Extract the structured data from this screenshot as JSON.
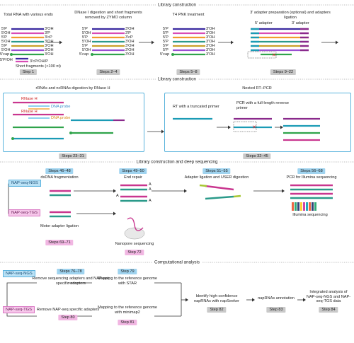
{
  "section_headers": [
    "Library construction",
    "Library construction",
    "Library construction and deep sequencing",
    "Computational analysis"
  ],
  "row1": {
    "col1_title": "Total RNA with various ends",
    "col2_title": "DNase I digestion and short fragments removed by ZYMO column",
    "col3_title": "T4 PNK treatment",
    "col4_title": "3′ adapter preparation (optional) and adapters ligation",
    "adapter5": "5′ adapter",
    "adapter3": "3′ adapter",
    "end_labels_left": [
      "5′P",
      "5′OH",
      "5′P",
      "5′OH",
      "5′P",
      "5′OH",
      "5′cap",
      "5′P/OH"
    ],
    "end_labels_right": [
      "3′OH",
      "3′P",
      "3′cP",
      "3′OH",
      "3′OH",
      "3′OH",
      "3′OH"
    ],
    "short_fragments": "Short fragments (<100 nt)",
    "short_right": "3′cP/OH/P",
    "pnk_right": [
      "3′OH",
      "3′OH",
      "3′OH",
      "3′OH",
      "3′OH",
      "3′OH",
      "3′OH"
    ],
    "pnk_left": [
      "5′P",
      "5′P",
      "5′P",
      "5′P",
      "5′P",
      "5′P",
      "5′cap"
    ],
    "steps": [
      "Step 1",
      "Steps 2–4",
      "Steps 5–8",
      "Steps 9–22"
    ]
  },
  "row2": {
    "left_title": "rRNAs and ncRNAs digestion by RNase H",
    "rnase": "RNase H",
    "dna_probe": "DNA probe",
    "right_title": "Nested RT–PCR",
    "rt": "RT with a truncated primer",
    "pcr": "PCR with a full-length reverse primer",
    "steps": [
      "Steps 23–31",
      "Steps 32–45"
    ]
  },
  "row3": {
    "ngs": "NAP-seq-NGS",
    "tgs": "NAP-seq-TGS",
    "dsdna": "dsDNA fragmentation",
    "end_repair": "End repair",
    "adapter_ligation": "Adapter ligation and USER digestion",
    "pcr_illumina": "PCR for Illumina sequencing",
    "illumina": "Illumina sequencing",
    "motor": "Motor adapter ligation",
    "nanopore": "Nanopore sequencing",
    "a_letters": [
      "A",
      "A",
      "A",
      "A"
    ],
    "steps_ngs": [
      "Steps 46–48",
      "Steps 49–50",
      "Steps 51–55",
      "Steps 56–68"
    ],
    "steps_tgs": [
      "Steps 69–71",
      "Step 72"
    ]
  },
  "row4": {
    "ngs": "NAP-seq-NGS",
    "tgs": "NAP-seq-TGS",
    "remove_ngs": "Remove sequencing adapters and NAP-seq specific adapters",
    "remove_tgs": "Remove NAP-seq specific adapters",
    "map_star": "Mapping to the reference genome with STAR",
    "map_mini": "Mapping to the reference genome with minimap2",
    "identify": "Identify high-confidence napRNAs with napSeeker",
    "annotation": "napRNAs annotation",
    "integrated": "Integrated analysis of NAP-seq-NGS and NAP-seq-TGS data",
    "steps_ngs": [
      "Steps 76–78",
      "Step 79"
    ],
    "steps_tgs": [
      "Step 80",
      "Step 81"
    ],
    "steps_gray": [
      "Step 82",
      "Step 83",
      "Step 84"
    ]
  },
  "colors": {
    "blue": "#9fd3ef",
    "pink": "#f1b6e2",
    "gray": "#c9c9c9",
    "frame": "#59b3dc"
  }
}
